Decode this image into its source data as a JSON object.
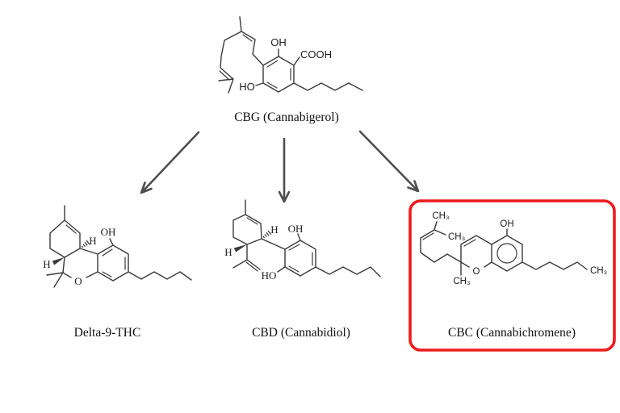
{
  "figure": {
    "background": "#ffffff",
    "bond_color": "#3a3a3a",
    "text_color": "#1c1c1c",
    "arrow_color": "#4f4f4f",
    "highlight_box_color": "#ee1c1c",
    "parent": {
      "caption": "CBG (Cannabigerol)",
      "atom_labels": {
        "oh": "OH",
        "cooh": "COOH",
        "ho": "HO"
      }
    },
    "arrows": [
      {
        "to": "Delta-9-THC",
        "direction": "down-left"
      },
      {
        "to": "CBD (Cannabidiol)",
        "direction": "down"
      },
      {
        "to": "CBC (Cannabichromene)",
        "direction": "down-right"
      }
    ],
    "products": [
      {
        "caption": "Delta-9-THC",
        "highlighted": false,
        "atom_labels": {
          "oh": "OH",
          "h_ring_top": "H",
          "h_ring_left": "H",
          "o": "O"
        }
      },
      {
        "caption": "CBD (Cannabidiol)",
        "highlighted": false,
        "atom_labels": {
          "h_ring_top": "H",
          "oh": "OH",
          "h_ring_left": "H",
          "ho": "HO"
        }
      },
      {
        "caption": "CBC (Cannabichromene)",
        "highlighted": true,
        "atom_labels": {
          "ch3_terpene_top": "CH₃",
          "ch3_terpene_side": "CH₃",
          "ch3_c2": "CH₃",
          "o": "O",
          "oh": "OH",
          "ch3_pentyl": "CH₃"
        }
      }
    ]
  }
}
